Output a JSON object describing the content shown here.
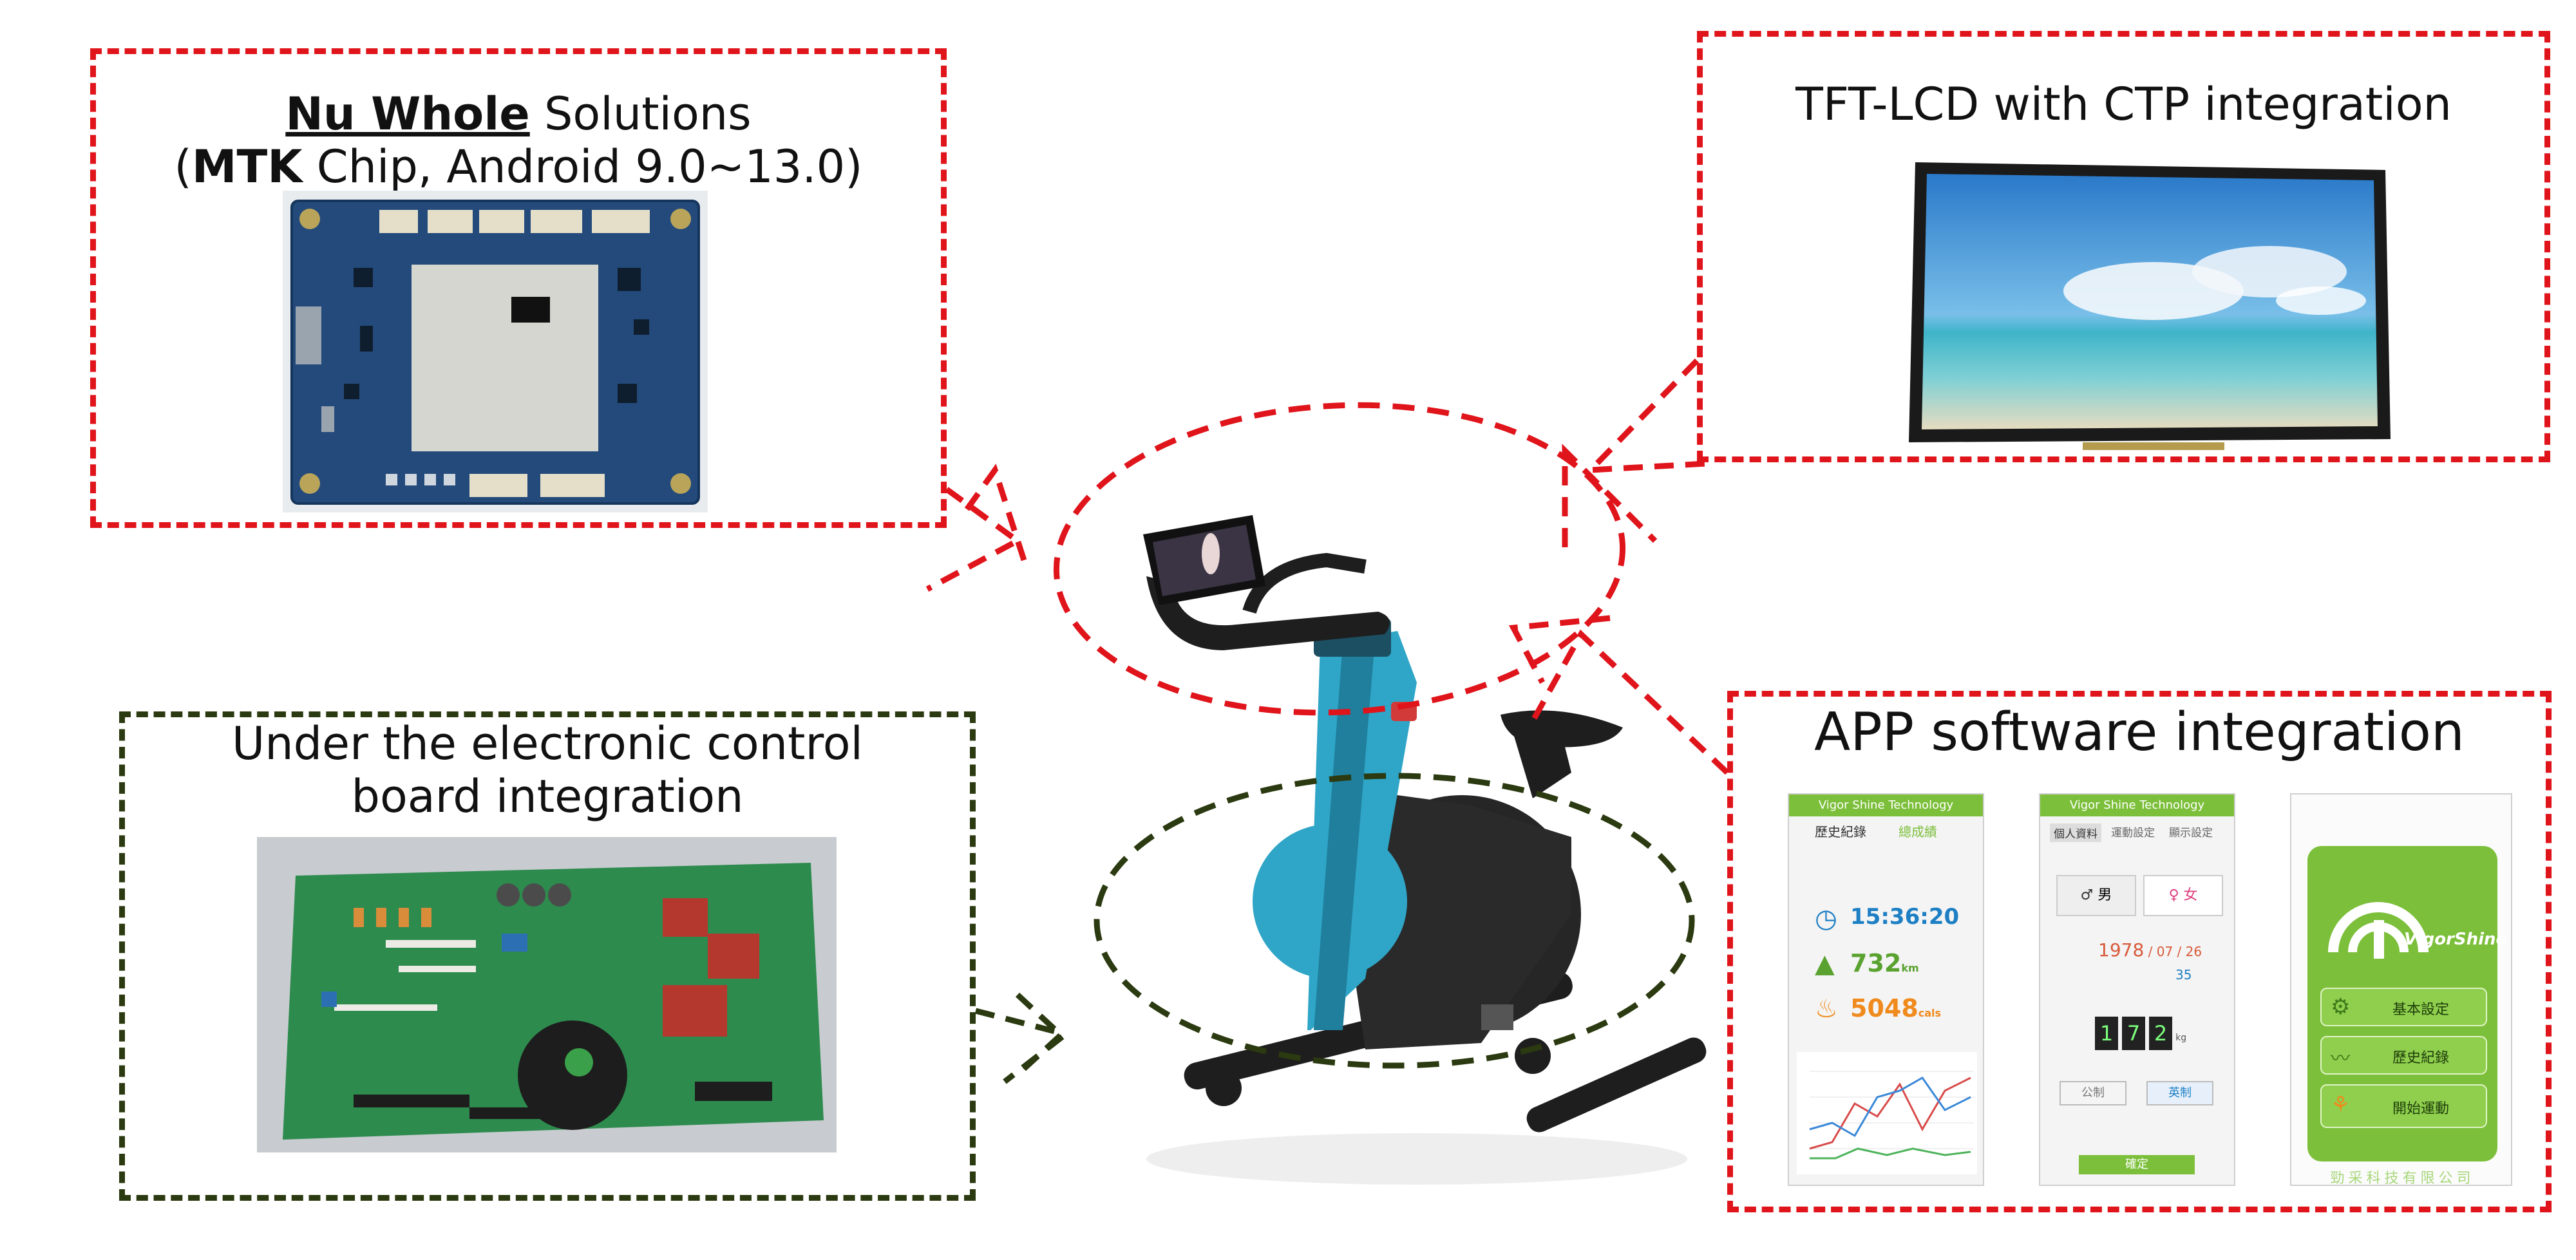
{
  "boxes": {
    "solutions": {
      "brand": "Nu Whole",
      "title_rest": " Solutions",
      "line2_open": "(",
      "line2_bold": "MTK",
      "line2_rest": " Chip, Android 9.0~13.0)"
    },
    "display": {
      "title": "TFT-LCD with CTP integration"
    },
    "control_board": {
      "line1": "Under the electronic control",
      "line2": "board integration"
    },
    "app": {
      "title": "APP software integration"
    }
  },
  "app_screens": {
    "screen1": {
      "header": "Vigor Shine Technology",
      "tab1": "歷史紀錄",
      "tab2": "總成績",
      "time": "15:36:20",
      "distance": "732",
      "distance_unit": "km",
      "calories": "5048",
      "calories_unit": "cals"
    },
    "screen2": {
      "header": "Vigor Shine Technology",
      "tab1": "個人資料",
      "tab2": "運動設定",
      "tab3": "顯示設定",
      "male": "男",
      "female": "女",
      "birth_year": "1978",
      "birth_month": "07",
      "birth_day": "26",
      "age": "35",
      "height_digits": [
        "1",
        "7",
        "2"
      ],
      "height_unit": "kg",
      "btn_metric": "公制",
      "btn_imperial": "英制",
      "confirm": "確定"
    },
    "screen3": {
      "brand": "VigorShine",
      "menu1": "基本設定",
      "menu2": "歷史紀錄",
      "menu3": "開始運動",
      "company": "勁采科技有限公司"
    }
  },
  "colors": {
    "callout_red": "#e0141b",
    "callout_green": "#2b3a10",
    "bike_frame": "#2fa5c7",
    "app_green": "#7cbf3a"
  }
}
